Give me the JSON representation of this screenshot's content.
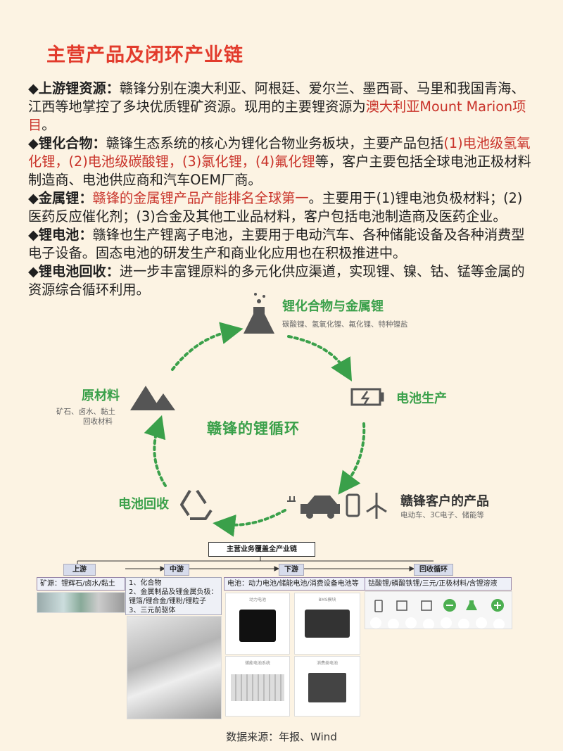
{
  "title": "主营产品及闭环产业链",
  "bullets": [
    {
      "head": "上游锂资源：",
      "t1": "赣锋分别在澳大利亚、阿根廷、爱尔兰、墨西哥、马里和我国青海、江西等地掌控了多块优质锂矿资源。现用的主要锂资源为",
      "red1": "澳大利亚Mount Marion项目",
      "t2": "。"
    },
    {
      "head": "锂化合物：",
      "t1": "赣锋生态系统的核心为锂化合物业务板块，主要产品包括",
      "red1": "(1)电池级氢氧化锂，(2)电池级碳酸锂，(3)氯化锂，(4)氟化锂",
      "t2": "等，客户主要包括全球电池正极材料制造商、电池供应商和汽车OEM厂商。"
    },
    {
      "head": "金属锂：",
      "t1": "",
      "red1": "赣锋的金属锂产品产能排名全球第一",
      "t2": "。主要用于(1)锂电池负极材料；(2)医药反应催化剂；(3)合金及其他工业品材料，客户包括电池制造商及医药企业。"
    },
    {
      "head": "锂电池：",
      "t1": "赣锋也生产锂离子电池，主要用于电动汽车、各种储能设备及各种消费型电子设备。固态电池的研发生产和商业化应用也在积极推进中。",
      "red1": "",
      "t2": ""
    },
    {
      "head": "锂电池回收：",
      "t1": "进一步丰富锂原料的多元化供应渠道，实现锂、镍、钴、锰等金属的资源综合循环利用。",
      "red1": "",
      "t2": ""
    }
  ],
  "cycle": {
    "center": "赣锋的锂循环",
    "compound": {
      "label": "锂化合物与金属锂",
      "sub": "碳酸锂、氢氧化锂、氟化锂、特种锂盐"
    },
    "battery": {
      "label": "电池生产"
    },
    "customer": {
      "label": "赣锋客户的产品",
      "sub": "电动车、3C电子、储能等"
    },
    "recycle": {
      "label": "电池回收"
    },
    "raw": {
      "label": "原材料",
      "sub1": "矿石、卤水、黏土",
      "sub2": "回收材料"
    }
  },
  "chain": {
    "head": "主营业务覆盖全产业链",
    "stages": [
      "上游",
      "中游",
      "下游",
      "回收循环"
    ],
    "up_bar": "矿源：锂辉石/卤水/黏土",
    "mid_lines": [
      "1、化合物",
      "2、金属制品及锂金属负极：",
      "锂箔/锂合金/锂粉/锂粒子",
      "3、三元前驱体"
    ],
    "down_bar": "电池：动力电池/储能电池/消费设备电池等",
    "recycle_bar": "钴酸锂/磷酸铁锂/三元/正极材料/含锂溶液",
    "photo_captions": [
      "动力电池",
      "BMS模块",
      "储能电池系统",
      "消费类电池"
    ]
  },
  "source": "数据来源：年报、Wind",
  "colors": {
    "title": "#e23b2c",
    "highlight": "#c9332a",
    "green": "#3aa04a",
    "bg": "#fcf3e3"
  }
}
